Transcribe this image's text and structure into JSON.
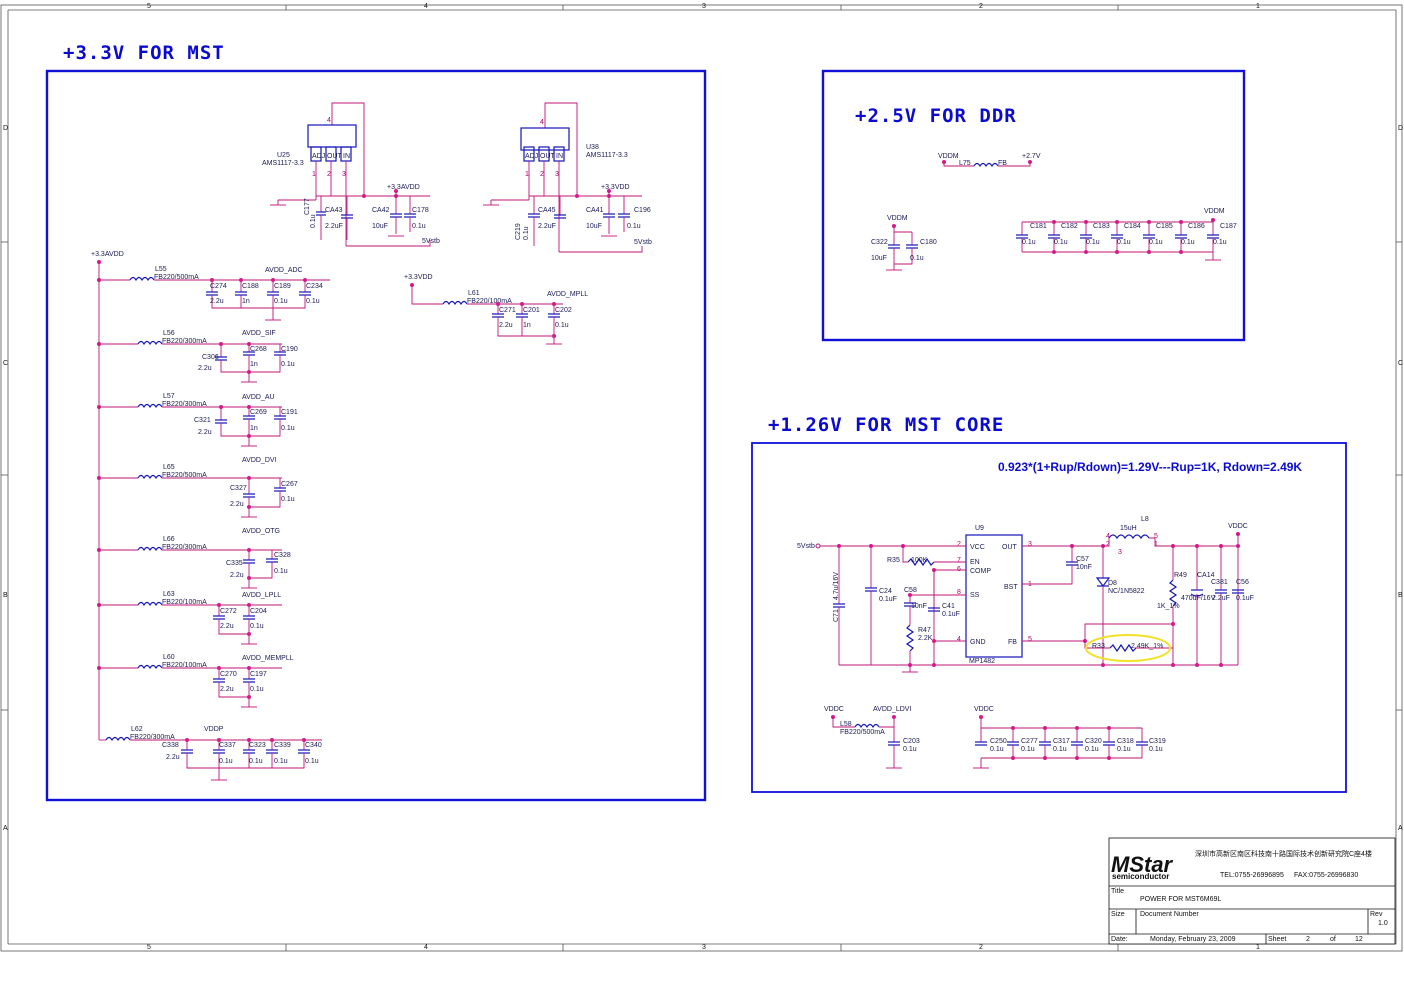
{
  "chart_data": null,
  "border": {
    "columns": [
      "5",
      "4",
      "3",
      "2",
      "1"
    ],
    "rows": [
      "D",
      "C",
      "B",
      "A"
    ]
  },
  "sections": {
    "mst33": {
      "title": "+3.3V FOR MST",
      "regulators": [
        {
          "ref": "U25",
          "value": "AMS1117-3.3"
        },
        {
          "ref": "U38",
          "value": "AMS1117-3.3"
        }
      ],
      "reg_pins": [
        "ADJ",
        "OUT",
        "IN",
        "4",
        "1",
        "2",
        "3"
      ],
      "nets": [
        "+3.3AVDD",
        "+3.3VDD",
        "5Vstb",
        "AVDD_ADC",
        "AVDD_MPLL",
        "AVDD_SIF",
        "AVDD_AU",
        "AVDD_DVI",
        "AVDD_OTG",
        "AVDD_LPLL",
        "AVDD_MEMPLL",
        "VDDP"
      ],
      "caps_top": [
        {
          "ref": "C177",
          "value": "0.1u"
        },
        {
          "ref": "CA43",
          "value": "2.2uF"
        },
        {
          "ref": "CA42",
          "value": "10uF"
        },
        {
          "ref": "C178",
          "value": "0.1u"
        },
        {
          "ref": "C219",
          "value": "0.1u"
        },
        {
          "ref": "CA45",
          "value": "2.2uF"
        },
        {
          "ref": "CA41",
          "value": "10uF"
        },
        {
          "ref": "C196",
          "value": "0.1u"
        }
      ],
      "filters": [
        {
          "ref": "L55",
          "value": "FB220/500mA",
          "net": "AVDD_ADC",
          "caps": [
            [
              "C274",
              "2.2u"
            ],
            [
              "C188",
              "1n"
            ],
            [
              "C189",
              "0.1u"
            ],
            [
              "C234",
              "0.1u"
            ]
          ]
        },
        {
          "ref": "L56",
          "value": "FB220/300mA",
          "net": "AVDD_SIF",
          "caps": [
            [
              "C306",
              "2.2u"
            ],
            [
              "C268",
              "1n"
            ],
            [
              "C190",
              "0.1u"
            ]
          ]
        },
        {
          "ref": "L57",
          "value": "FB220/300mA",
          "net": "AVDD_AU",
          "caps": [
            [
              "C321",
              "2.2u"
            ],
            [
              "C269",
              "1n"
            ],
            [
              "C191",
              "0.1u"
            ]
          ]
        },
        {
          "ref": "L65",
          "value": "FB220/500mA",
          "net": "AVDD_DVI",
          "caps": [
            [
              "C327",
              "2.2u"
            ],
            [
              "C267",
              "0.1u"
            ]
          ]
        },
        {
          "ref": "L66",
          "value": "FB220/300mA",
          "net": "AVDD_OTG",
          "caps": [
            [
              "C335",
              "2.2u"
            ],
            [
              "C328",
              "0.1u"
            ]
          ]
        },
        {
          "ref": "L63",
          "value": "FB220/100mA",
          "net": "AVDD_LPLL",
          "caps": [
            [
              "C272",
              "2.2u"
            ],
            [
              "C204",
              "0.1u"
            ]
          ]
        },
        {
          "ref": "L60",
          "value": "FB220/100mA",
          "net": "AVDD_MEMPLL",
          "caps": [
            [
              "C270",
              "2.2u"
            ],
            [
              "C197",
              "0.1u"
            ]
          ]
        },
        {
          "ref": "L62",
          "value": "FB220/300mA",
          "net": "VDDP",
          "caps": [
            [
              "C338",
              "2.2u"
            ],
            [
              "C337",
              "0.1u"
            ],
            [
              "C323",
              "0.1u"
            ],
            [
              "C339",
              "0.1u"
            ],
            [
              "C340",
              "0.1u"
            ]
          ]
        }
      ],
      "mpll": {
        "ref": "L61",
        "value": "FB220/100mA",
        "caps": [
          [
            "C271",
            "2.2u"
          ],
          [
            "C201",
            "1n"
          ],
          [
            "C202",
            "0.1u"
          ]
        ]
      }
    },
    "ddr": {
      "title": "+2.5V FOR DDR",
      "nets": [
        "VDDM",
        "+2.7V",
        "VDDM",
        "VDDM"
      ],
      "inductor": {
        "ref": "L75",
        "value": "FB"
      },
      "caps_left": [
        [
          "C322",
          "10uF"
        ],
        [
          "C180",
          "0.1u"
        ]
      ],
      "caps_right": [
        [
          "C181",
          "0.1u"
        ],
        [
          "C182",
          "0.1u"
        ],
        [
          "C183",
          "0.1u"
        ],
        [
          "C184",
          "0.1u"
        ],
        [
          "C185",
          "0.1u"
        ],
        [
          "C186",
          "0.1u"
        ],
        [
          "C187",
          "0.1u"
        ]
      ]
    },
    "core": {
      "title": "+1.26V FOR MST CORE",
      "formula": "0.923*(1+Rup/Rdown)=1.29V---Rup=1K, Rdown=2.49K",
      "ic": {
        "ref": "U9",
        "part": "MP1482",
        "pins": [
          "VCC",
          "EN",
          "COMP",
          "SS",
          "GND",
          "OUT",
          "BST",
          "FB"
        ],
        "pin_numbers": [
          "2",
          "7",
          "6",
          "8",
          "4",
          "3",
          "1",
          "5"
        ]
      },
      "inductor": {
        "ref": "L8",
        "value": "15uH",
        "pins": [
          "4",
          "2",
          "5",
          "1",
          "3"
        ]
      },
      "parts": [
        [
          "C71",
          "4.7u/16V"
        ],
        [
          "R35",
          "100K"
        ],
        [
          "C24",
          "0.1uF"
        ],
        [
          "C58",
          "10nF"
        ],
        [
          "C41",
          "0.1uF"
        ],
        [
          "R47",
          "2.2K"
        ],
        [
          "C57",
          "10nF"
        ],
        [
          "D8",
          "NC/1N5822"
        ],
        [
          "R49",
          "1K_1%"
        ],
        [
          "CA14",
          "470uF/16V"
        ],
        [
          "C381",
          "2.2uF"
        ],
        [
          "C56",
          "0.1uF"
        ],
        [
          "R33",
          "2.49K_1%"
        ]
      ],
      "nets": [
        "5Vstb",
        "VDDC",
        "VDDC",
        "AVDD_LDVI",
        "VDDC"
      ],
      "ldvi": {
        "ref": "L58",
        "value": "FB220/500mA",
        "cap": [
          "C203",
          "0.1u"
        ]
      },
      "caps_row": [
        [
          "C250",
          "0.1u"
        ],
        [
          "C277",
          "0.1u"
        ],
        [
          "C317",
          "0.1u"
        ],
        [
          "C320",
          "0.1u"
        ],
        [
          "C318",
          "0.1u"
        ],
        [
          "C319",
          "0.1u"
        ]
      ]
    }
  },
  "titleblock": {
    "logo": "MStar",
    "logo_sub": "semiconductor",
    "address": "深圳市高新区南区科技南十路国际技术创新研究院C座4楼",
    "tel": "TEL:0755-26996895",
    "fax": "FAX:0755-26996830",
    "title_label": "Title",
    "title": "POWER FOR MST6M69L",
    "size_label": "Size",
    "doc_label": "Document Number",
    "rev_label": "Rev",
    "rev": "1.0",
    "date_label": "Date:",
    "date": "Monday, February 23, 2009",
    "sheet_label": "Sheet",
    "sheet": "2",
    "of": "of",
    "total": "12"
  }
}
